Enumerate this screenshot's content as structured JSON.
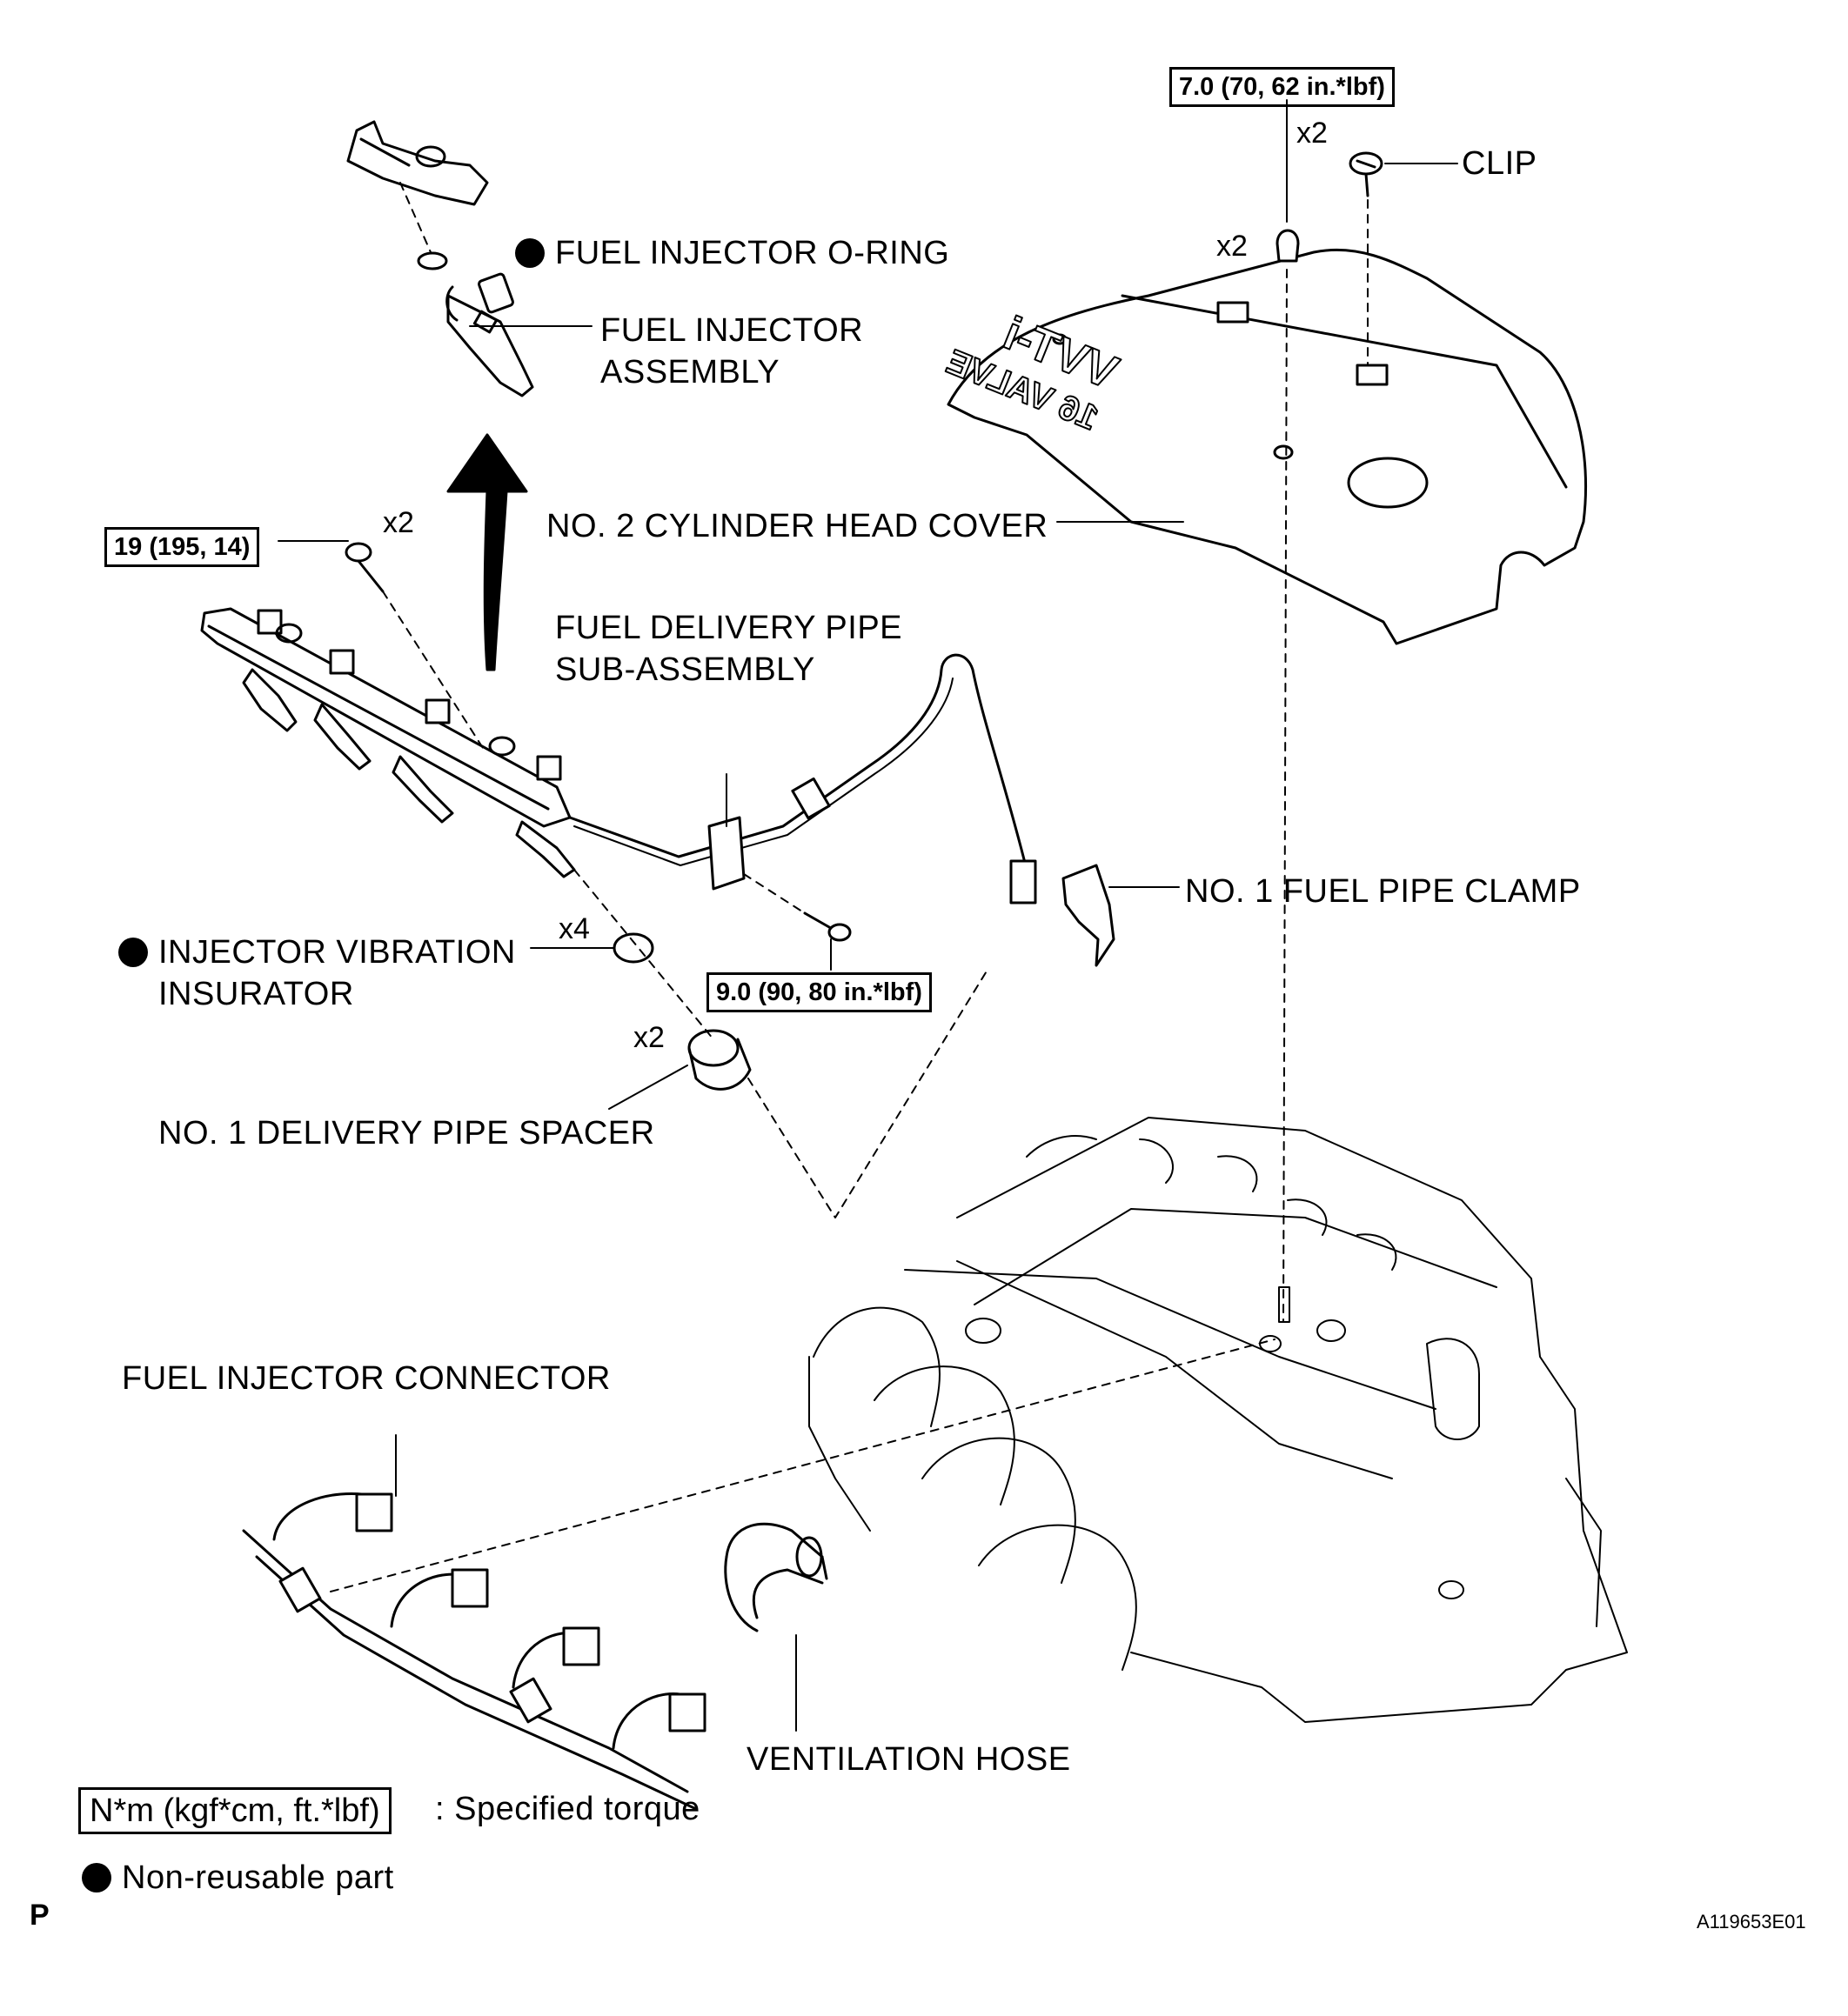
{
  "torques": {
    "cover_nut": "7.0 (70, 62 in.*lbf)",
    "delivery_bolt": "19 (195, 14)",
    "clamp_bolt": "9.0 (90, 80 in.*lbf)"
  },
  "quantities": {
    "cover_torque_x2": "x2",
    "cover_nut_x2": "x2",
    "delivery_bolt_x2": "x2",
    "insulator_x4": "x4",
    "spacer_x2": "x2"
  },
  "labels": {
    "clip": "CLIP",
    "o_ring": "FUEL INJECTOR O-RING",
    "injector_line1": "FUEL INJECTOR",
    "injector_line2": "ASSEMBLY",
    "head_cover": "NO. 2 CYLINDER HEAD COVER",
    "delivery_pipe_line1": "FUEL DELIVERY PIPE",
    "delivery_pipe_line2": "SUB-ASSEMBLY",
    "fuel_pipe_clamp": "NO. 1 FUEL PIPE CLAMP",
    "insulator_line1": "INJECTOR VIBRATION",
    "insulator_line2": "INSURATOR",
    "spacer": "NO. 1 DELIVERY PIPE SPACER",
    "connector": "FUEL INJECTOR CONNECTOR",
    "ventilation_hose": "VENTILATION HOSE"
  },
  "engine_emboss": {
    "line1": "VVT-i",
    "line2": "16 VALVE"
  },
  "legend": {
    "torque_unit": "N*m (kgf*cm, ft.*lbf)",
    "torque_desc": ": Specified torque",
    "nonreusable": "Non-reusable part"
  },
  "footer": {
    "left_mark": "P",
    "figure_id": "A119653E01"
  }
}
